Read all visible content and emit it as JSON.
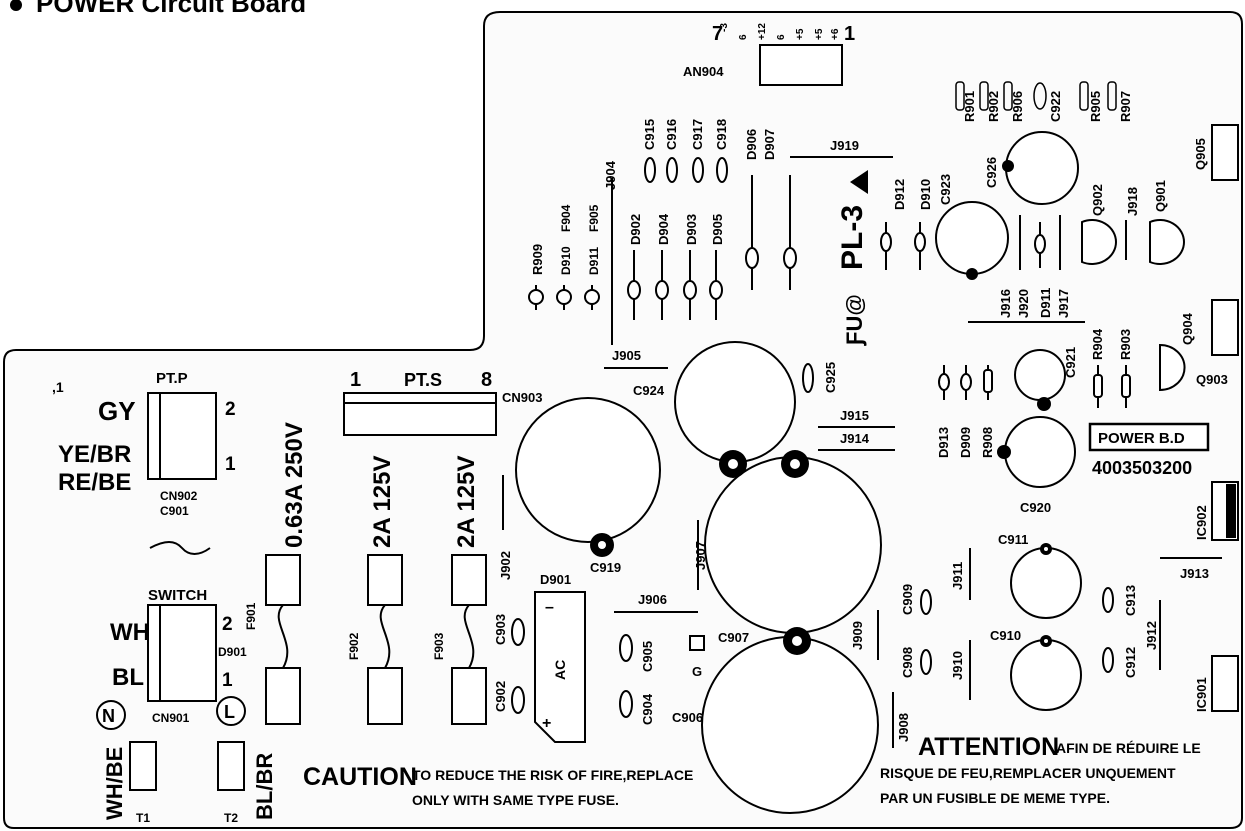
{
  "header": {
    "title": "POWER Circuit Board"
  },
  "connectors": {
    "an904": {
      "label": "AN904",
      "pins": [
        "7",
        "-3",
        "6",
        "+12",
        "6",
        "+5",
        "+5",
        "+6",
        "1"
      ]
    },
    "pt_p": {
      "label": "PT.P",
      "pin_top": "2",
      "pin_bottom": "1",
      "id": "CN902"
    },
    "pt_s": {
      "label": "PT.S",
      "pin_left": "1",
      "pin_right": "8",
      "id": "CN903"
    },
    "switch": {
      "label": "SWITCH",
      "pin_top": "2",
      "pin_bottom": "1",
      "id": "CN901"
    }
  },
  "wires": {
    "gy": "GY",
    "ye_br": "YE/BR",
    "re_be": "RE/BE",
    "wh": "WH",
    "bl": "BL",
    "wh_be": "WH/BE",
    "bl_br": "BL/BR",
    "n": "N",
    "l": "L",
    "t1": "T1",
    "t2": "T2"
  },
  "fuses": {
    "f901": {
      "id": "F901",
      "rating": "0.63A 250V"
    },
    "f902": {
      "id": "F902",
      "rating": "2A 125V"
    },
    "f903": {
      "id": "F903",
      "rating": "2A 125V"
    }
  },
  "labels": {
    "c901": "C901",
    "d901": "D901",
    "ac": "AC",
    "minus": "–",
    "plus": "+",
    "c919": "C919",
    "c924": "C924",
    "c925": "C925",
    "c906": "C906",
    "c907": "C907",
    "c902": "C902",
    "c903": "C903",
    "c904": "C904",
    "c905": "C905",
    "g": "G",
    "j902": "J902",
    "j904": "J904",
    "j905": "J905",
    "j906": "J906",
    "j907": "J907",
    "j908": "J908",
    "j909": "J909",
    "j910": "J910",
    "j911": "J911",
    "j912": "J912",
    "j913": "J913",
    "j914": "J914",
    "j915": "J915",
    "j916": "J916",
    "j917": "J917",
    "j918": "J918",
    "j919": "J919",
    "j920": "J920",
    "r909": "R909",
    "d910": "D910",
    "d911": "D911",
    "f904": "F904",
    "f905": "F905",
    "d902": "D902",
    "d903": "D903",
    "d904": "D904",
    "d905": "D905",
    "d906": "D906",
    "d907": "D907",
    "d912": "D912",
    "d909": "D909",
    "d913": "D913",
    "c915": "C915",
    "c916": "C916",
    "c917": "C917",
    "c918": "C918",
    "c923": "C923",
    "c926": "C926",
    "c922": "C922",
    "r901": "R901",
    "r902": "R902",
    "r906": "R906",
    "r905": "R905",
    "r907": "R907",
    "r903": "R903",
    "r904": "R904",
    "r908": "R908",
    "q901": "Q901",
    "q902": "Q902",
    "q903": "Q903",
    "q904": "Q904",
    "q905": "Q905",
    "c920": "C920",
    "c921": "C921",
    "c908": "C908",
    "c909": "C909",
    "c910": "C910",
    "c911": "C911",
    "c912": "C912",
    "c913": "C913",
    "ic901": "IC901",
    "ic902": "IC902",
    "pl": "PL-3",
    "ul": "ƑU@",
    "board_name": "POWER B.D",
    "board_number": "4003503200",
    "corner_mark": ",1"
  },
  "notes": {
    "caution_title": "CAUTION",
    "caution_line1": "TO REDUCE THE RISK OF FIRE,REPLACE",
    "caution_line2": "ONLY WITH SAME TYPE FUSE.",
    "attention_title": "ATTENTION",
    "attention_line1": "AFIN DE RÉDUIRE LE",
    "attention_line2": "RISQUE DE FEU,REMPLACER UNQUEMENT",
    "attention_line3": "PAR UN FUSIBLE DE MEME TYPE."
  }
}
